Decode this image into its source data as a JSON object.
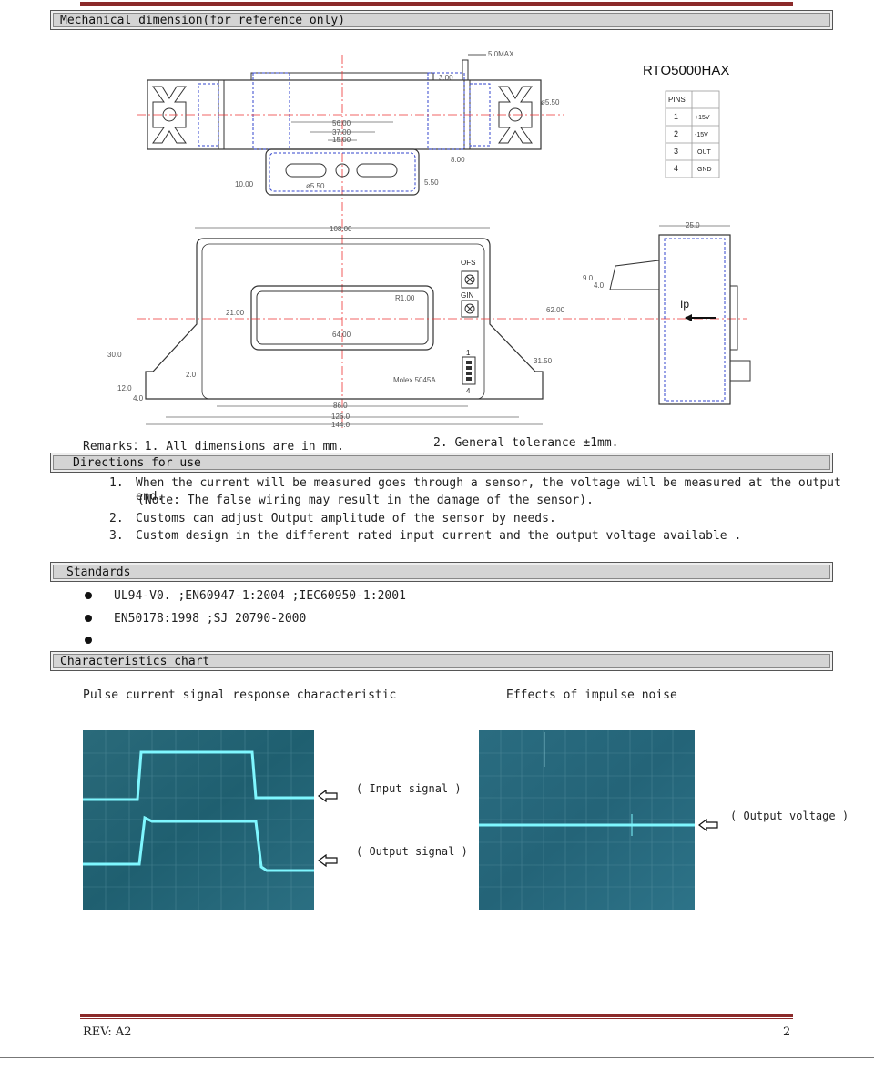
{
  "sections": {
    "mechanical": "Mechanical dimension(for reference only)",
    "directions": "Directions for use",
    "standards": "Standards",
    "characteristics": "Characteristics chart"
  },
  "drawing": {
    "model": "RTO5000HAX",
    "pins_header": "PINS",
    "pins": [
      {
        "n": "1",
        "label": "+15V"
      },
      {
        "n": "2",
        "label": "-15V"
      },
      {
        "n": "3",
        "label": "OUT"
      },
      {
        "n": "4",
        "label": "GND"
      }
    ],
    "dims": {
      "d5max": "5.0MAX",
      "d3": "3.00",
      "d550": "ø5.50",
      "d56": "56.00",
      "d37": "37.00",
      "d15": "15.00",
      "d8": "8.00",
      "d10": "10.00",
      "d550b": "5.50",
      "d550c": "ø5.50",
      "d108": "108.00",
      "d25": "25.0",
      "r1": "R1.00",
      "d21": "21.00",
      "d64": "64.00",
      "d62": "62.00",
      "d9": "9.0",
      "d4a": "4.0",
      "d30": "30.0",
      "d12": "12.0",
      "d4b": "4.0",
      "d2": "2.0",
      "d3150": "31.50",
      "d86": "86.0",
      "d126": "126.0",
      "d144": "144.0"
    },
    "ofs": "OFS",
    "gin": "GIN",
    "connector": "Molex 5045A",
    "c1": "1",
    "c4": "4",
    "ip": "Ip"
  },
  "remarks": {
    "r1": "Remarks：1. All dimensions are in mm.",
    "r2": "2. General tolerance ±1mm."
  },
  "directions": [
    {
      "num": "1.",
      "text": "When the current will be measured goes through a sensor, the voltage will be measured at the output end."
    },
    {
      "num": "",
      "text": "(Note: The false wiring may result in the damage of the sensor)."
    },
    {
      "num": "2.",
      "text": "Customs can adjust Output amplitude of the sensor by needs."
    },
    {
      "num": "3.",
      "text": "Custom design in the different rated input current and the output voltage available ."
    }
  ],
  "standards": [
    "UL94-V0.  ;EN60947-1:2004  ;IEC60950-1:2001",
    "EN50178:1998   ;SJ 20790-2000",
    ""
  ],
  "charts": {
    "left_title": "Pulse current signal response characteristic",
    "right_title": "Effects of impulse noise",
    "input_label": "( Input  signal )",
    "output_label": "( Output  signal )",
    "output_voltage_label": "( Output voltage )"
  },
  "footer": {
    "rev": "REV: A2",
    "page": "2"
  }
}
